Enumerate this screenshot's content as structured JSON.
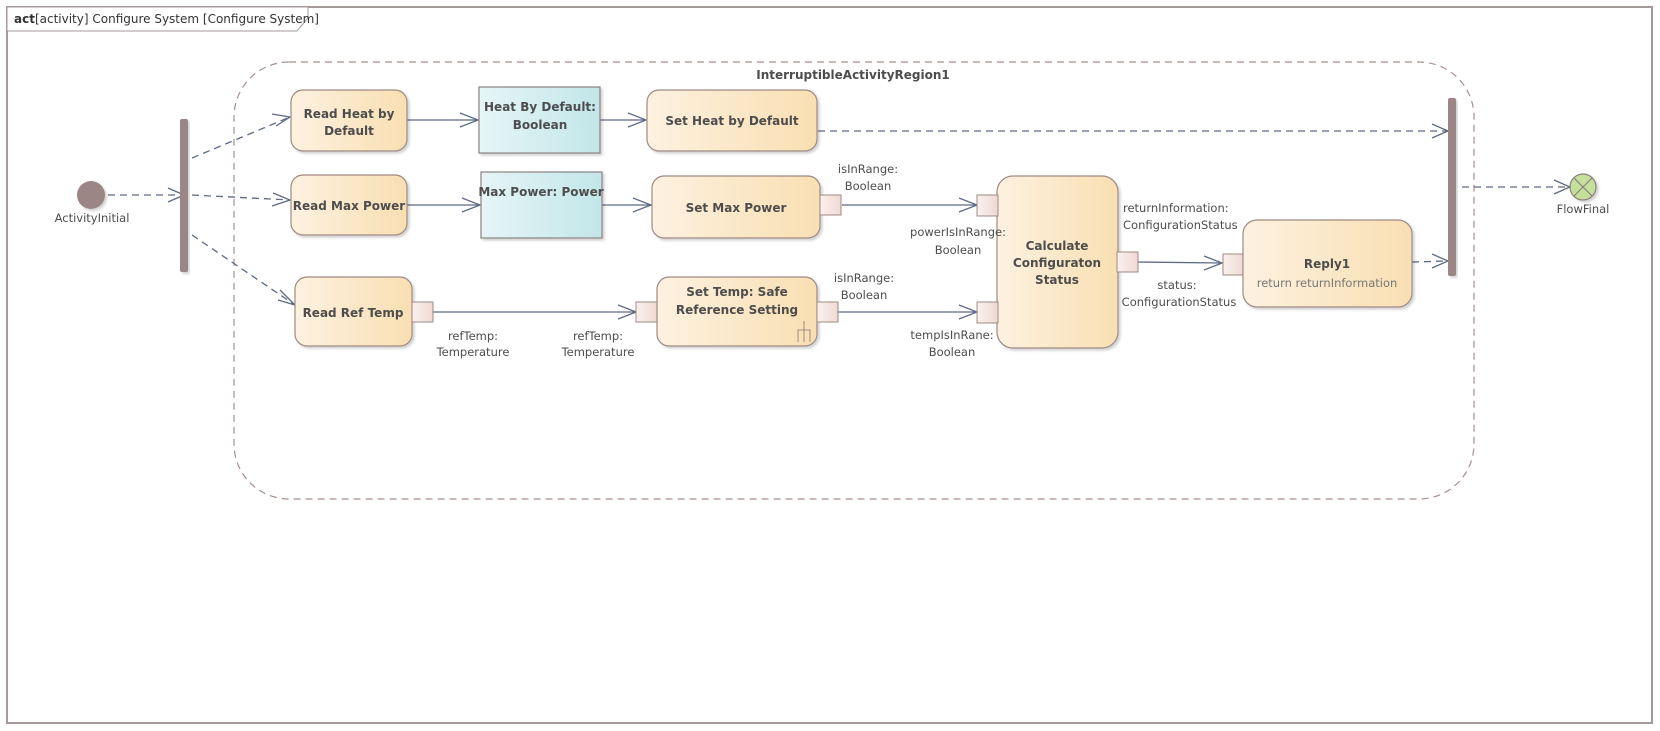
{
  "frame": {
    "keyword": "act",
    "title": "[activity] Configure System [Configure System]"
  },
  "colors": {
    "frame_border": "#a79a9a",
    "action_fill_start": "#fdf0dc",
    "action_fill_end": "#fae0b4",
    "action_border": "#9e8a83",
    "object_fill_start": "#e2f4f6",
    "object_fill_end": "#c4e7ea",
    "object_border": "#8a8080",
    "pin_fill": "#f7e6e3",
    "pin_border": "#9e8a83",
    "flow_line": "#5d6a85",
    "region_border": "#a88e8e",
    "bar_fill": "#9b8585",
    "initial_fill": "#9b8585",
    "final_fill": "#c5e09a"
  },
  "region": {
    "name": "InterruptibleActivityRegion1"
  },
  "nodes": {
    "initial": {
      "label": "ActivityInitial"
    },
    "final": {
      "label": "FlowFinal"
    },
    "read_heat": {
      "lines": [
        "Read Heat by",
        "Default"
      ]
    },
    "heat_object": {
      "lines": [
        "Heat By Default:",
        "Boolean"
      ]
    },
    "set_heat": {
      "lines": [
        "Set Heat by Default"
      ]
    },
    "read_power": {
      "lines": [
        "Read Max Power"
      ]
    },
    "power_object": {
      "lines": [
        "Max Power: Power"
      ]
    },
    "set_power": {
      "lines": [
        "Set Max Power"
      ]
    },
    "read_temp": {
      "lines": [
        "Read Ref Temp"
      ]
    },
    "set_temp": {
      "lines": [
        "Set Temp: Safe",
        "Reference Setting"
      ]
    },
    "calc_status": {
      "lines": [
        "Calculate",
        "Configuraton",
        "Status"
      ]
    },
    "reply": {
      "title": "Reply1",
      "subtitle": "return returnInformation"
    }
  },
  "pins": {
    "set_power_out": [
      "isInRange:",
      "Boolean"
    ],
    "calc_power_in": [
      "powerIsInRange:",
      "Boolean"
    ],
    "read_temp_out": [
      "refTemp:",
      "Temperature"
    ],
    "set_temp_in": [
      "refTemp:",
      "Temperature"
    ],
    "set_temp_out": [
      "isInRange:",
      "Boolean"
    ],
    "calc_temp_in": [
      "tempIsInRane:",
      "Boolean"
    ],
    "calc_out": [
      "returnInformation:",
      "ConfigurationStatus"
    ],
    "reply_in": [
      "status:",
      "ConfigurationStatus"
    ]
  }
}
